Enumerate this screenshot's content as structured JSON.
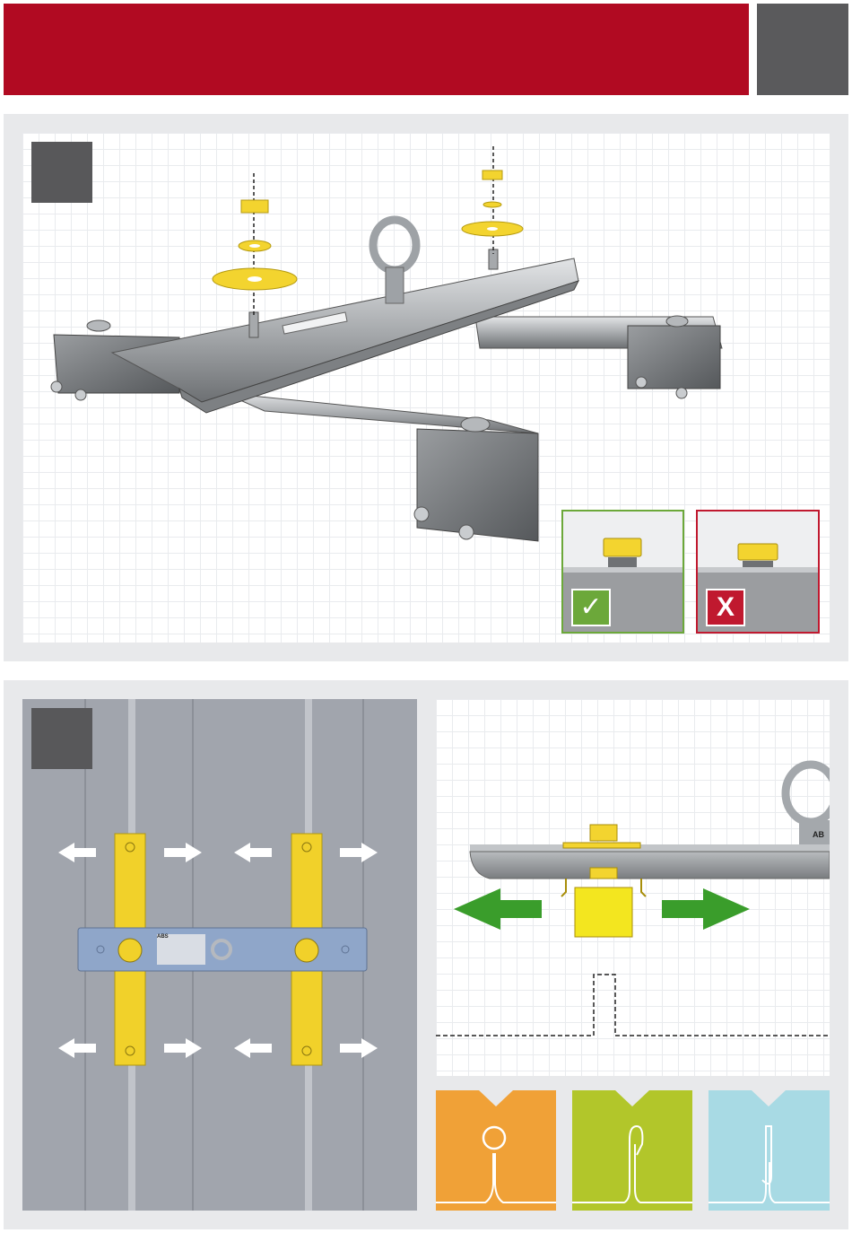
{
  "header": {
    "banner_color": "#b10a22",
    "tab_color": "#5a5a5c"
  },
  "panels": [
    {
      "id": "step-1",
      "illustration": "rail-assembly-with-eye-bolt",
      "checks": [
        {
          "status": "correct",
          "icon": "check-icon",
          "accent": "#6ca83a"
        },
        {
          "status": "incorrect",
          "icon": "x-icon",
          "accent": "#c0192f"
        }
      ]
    },
    {
      "id": "step-2",
      "illustration": "clamp-placement-top-view",
      "plate_label": "ABS",
      "eye_label": "AB",
      "seam_types": [
        {
          "icon": "round-seam-icon",
          "color": "#f0a137"
        },
        {
          "icon": "standing-seam-icon",
          "color": "#b2c62a"
        },
        {
          "icon": "snap-seam-icon",
          "color": "#a8dae4"
        }
      ]
    }
  ]
}
